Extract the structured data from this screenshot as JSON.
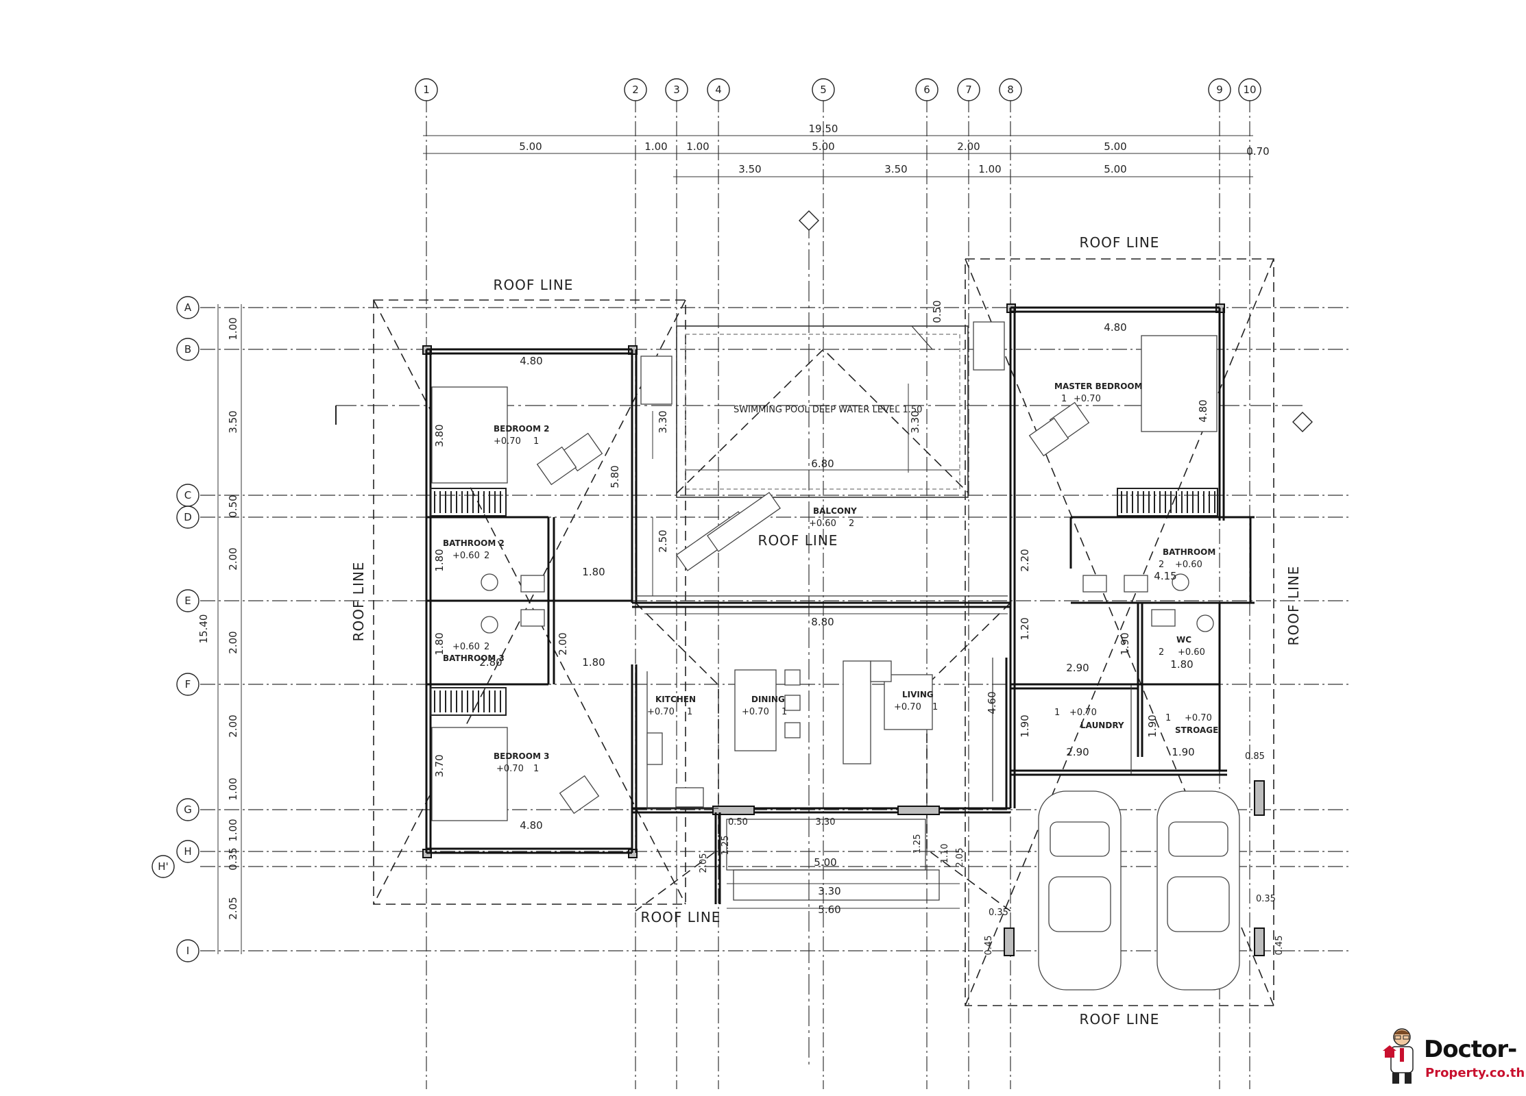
{
  "grid": {
    "columns": [
      "1",
      "2",
      "3",
      "4",
      "5",
      "6",
      "7",
      "8",
      "9",
      "10"
    ],
    "rows": [
      "A",
      "B",
      "C",
      "D",
      "E",
      "F",
      "G",
      "H",
      "H'",
      "I"
    ]
  },
  "dimensions": {
    "overall_width": "19.50",
    "top_row1": [
      "5.00",
      "1.00",
      "1.00",
      "5.00",
      "2.00",
      "5.00"
    ],
    "top_right_offset": "0.70",
    "top_row2": [
      "3.50",
      "3.50",
      "1.00",
      "5.00"
    ],
    "left_overall": "15.40",
    "left_row": [
      "1.00",
      "3.50",
      "0.50",
      "2.00",
      "2.00",
      "2.00",
      "1.00",
      "1.00",
      "0.35",
      "2.05"
    ]
  },
  "roof_lines": [
    "ROOF LINE",
    "ROOF LINE",
    "ROOF LINE",
    "ROOF LINE",
    "ROOF LINE",
    "ROOF LINE",
    "ROOF LINE"
  ],
  "rooms": {
    "bedroom2": {
      "name": "BEDROOM 2",
      "level": "+0.70",
      "tag": "1"
    },
    "bathroom2": {
      "name": "BATHROOM 2",
      "level": "+0.60",
      "tag": "2"
    },
    "bathroom3": {
      "name": "BATHROOM 3",
      "level": "+0.60",
      "tag": "2"
    },
    "bedroom3": {
      "name": "BEDROOM 3",
      "level": "+0.70",
      "tag": "1"
    },
    "pool": {
      "name": "SWIMMING POOL DEEP WATER LEVEL 1.50"
    },
    "balcony": {
      "name": "BALCONY",
      "level": "+0.60",
      "tag": "2"
    },
    "kitchen": {
      "name": "KITCHEN",
      "level": "+0.70",
      "tag": "1"
    },
    "dining": {
      "name": "DINING",
      "level": "+0.70",
      "tag": "1"
    },
    "living": {
      "name": "LIVING",
      "level": "+0.70",
      "tag": "1"
    },
    "master": {
      "name": "MASTER BEDROOM",
      "level": "+0.70",
      "tag": "1"
    },
    "bathroom": {
      "name": "BATHROOM",
      "level": "+0.60",
      "tag": "2"
    },
    "wc": {
      "name": "WC",
      "level": "+0.60",
      "tag": "2"
    },
    "laundry": {
      "name": "LAUNDRY",
      "level": "+0.70",
      "tag": "1"
    },
    "storage": {
      "name": "STROAGE",
      "level": "+0.70",
      "tag": "1"
    }
  },
  "room_dims": {
    "b2_w": "4.80",
    "b2_h": "3.80",
    "b2_side": "5.80",
    "ba2_h": "1.80",
    "ba2_w": "1.80",
    "ba3_h": "1.80",
    "ba3_w": "2.80",
    "corr_h": "2.00",
    "corr_w": "1.80",
    "b3_h": "3.70",
    "b3_w": "4.80",
    "pool_h": "3.30",
    "pool_h2": "3.30",
    "pool_w": "6.80",
    "pool_top": "0.50",
    "bal_h": "2.50",
    "bal_w": "8.80",
    "mb_w": "4.80",
    "mb_h": "4.80",
    "ba_w": "4.15",
    "mid_h": "2.20",
    "mid_h2": "1.20",
    "liv_h": "4.60",
    "wc_h": "1.90",
    "wc_w": "1.80",
    "la_w": "2.90",
    "la_h": "1.90",
    "la_w2": "2.90",
    "st_h": "1.90",
    "st_w": "1.90",
    "st_side": "0.85",
    "ent_w1": "3.30",
    "ent_w2": "5.00",
    "ent_w3": "3.30",
    "ent_w4": "5.60",
    "ent_h1": "1.25",
    "ent_h2": "1.10",
    "ent_h3": "2.05",
    "ent_l": "2.05",
    "ent_l2": "1.25",
    "ent_small": "0.50",
    "gar_l": "0.35",
    "gar_r": "0.35",
    "gar_l2": "0.45",
    "gar_r2": "0.45"
  },
  "logo": {
    "line1": "Doctor-",
    "line2": "Property.co.th"
  }
}
